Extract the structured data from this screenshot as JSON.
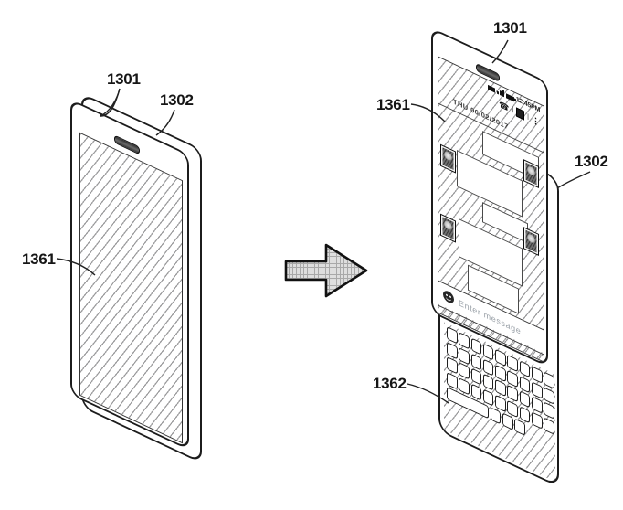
{
  "figure_labels": {
    "left_1301": "1301",
    "left_1302": "1302",
    "left_1361": "1361",
    "right_1301": "1301",
    "right_1302": "1302",
    "right_1361": "1361",
    "right_1362": "1362"
  },
  "phone_screen": {
    "status_time": "12:45PM",
    "date_line": "THU 06/02/2017",
    "input_placeholder": "Enter message",
    "phone_icon_glyph": "☎",
    "divider_glyph": "|",
    "menu_icon_glyph": "⋮"
  },
  "colors": {
    "line": "#1c1c1c",
    "hatch": "#4b4b4e",
    "device_fill": "#ffffff",
    "arrow_fill": "#dedede",
    "arrow_grid": "#a8a8a8",
    "placeholder_text": "#9aa1a8"
  }
}
